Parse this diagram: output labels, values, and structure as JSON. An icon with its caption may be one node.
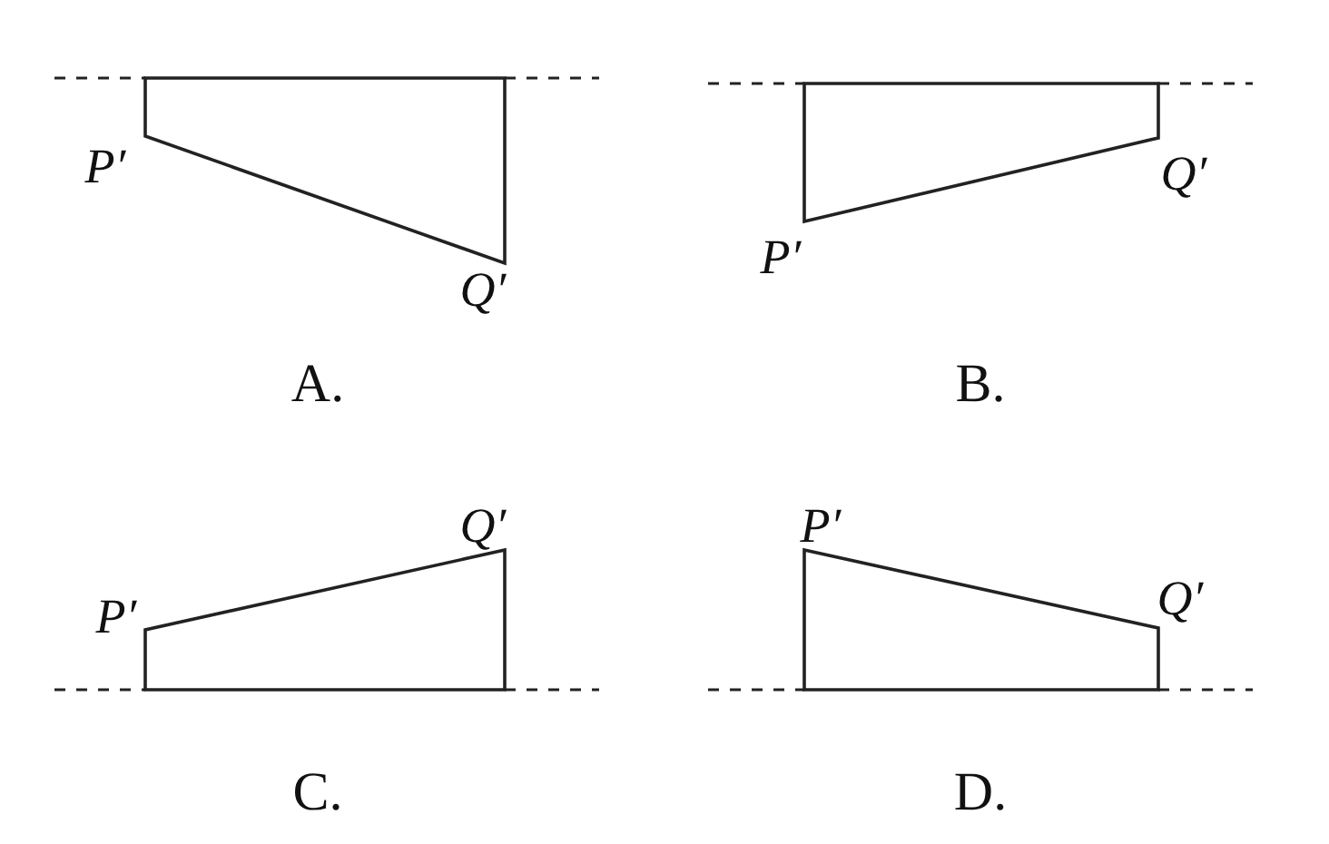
{
  "diagram": {
    "labels": [
      "P′",
      "Q′",
      "A.",
      "Q′",
      "P′",
      "B.",
      "Q′",
      "P′",
      "C.",
      "P′",
      "Q′",
      "D."
    ]
  }
}
